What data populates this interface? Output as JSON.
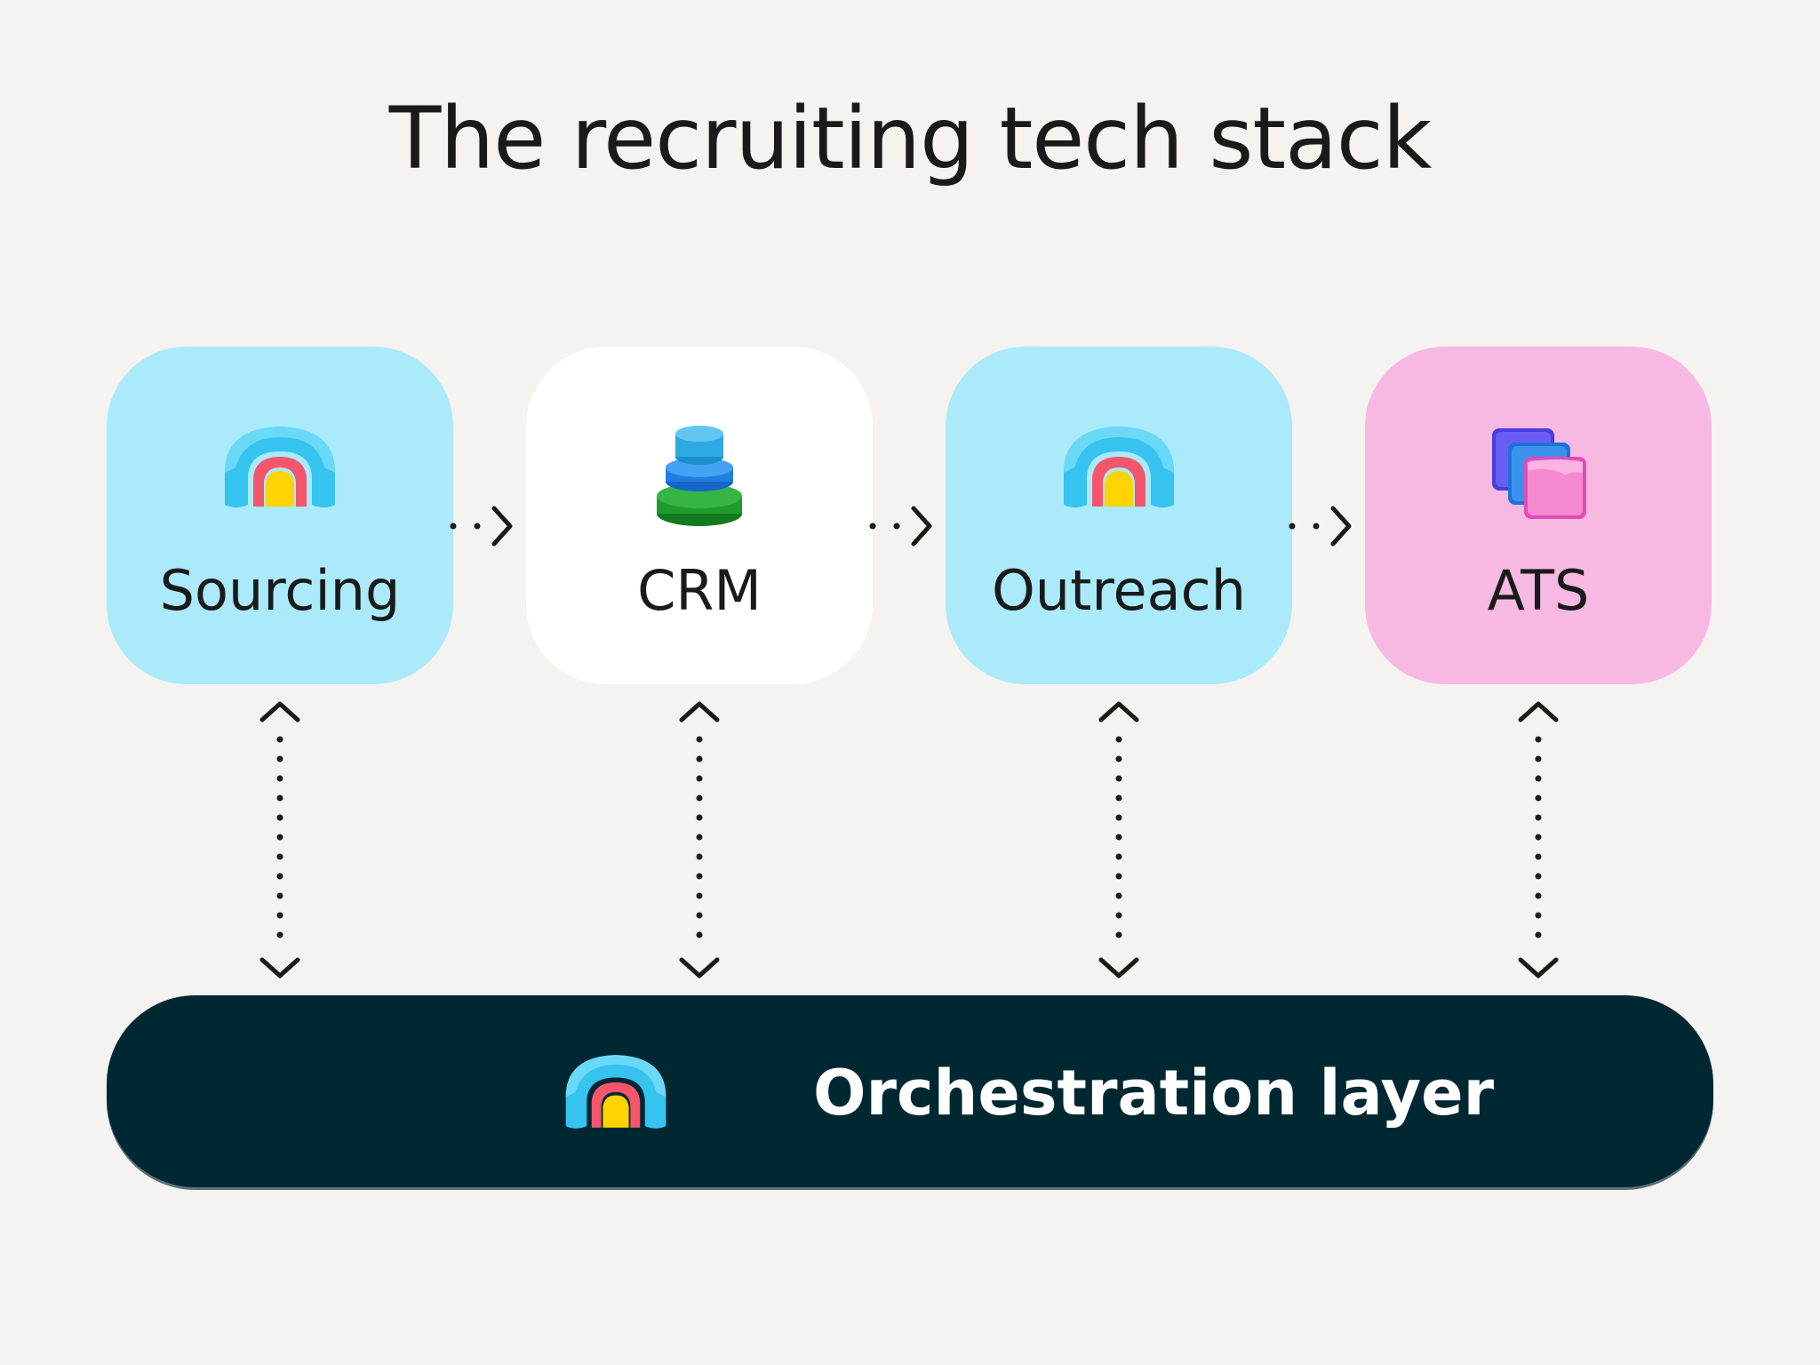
{
  "title": "The recruiting tech stack",
  "stages": [
    {
      "label": "Sourcing",
      "icon": "arch-icon",
      "color": "#aaeafb"
    },
    {
      "label": "CRM",
      "icon": "stack-icon",
      "color": "#ffffff"
    },
    {
      "label": "Outreach",
      "icon": "arch-icon",
      "color": "#aaeafb"
    },
    {
      "label": "ATS",
      "icon": "layers-icon",
      "color": "#f7b9e2"
    }
  ],
  "orchestration": {
    "label": "Orchestration layer",
    "icon": "arch-icon",
    "color": "#002833"
  }
}
